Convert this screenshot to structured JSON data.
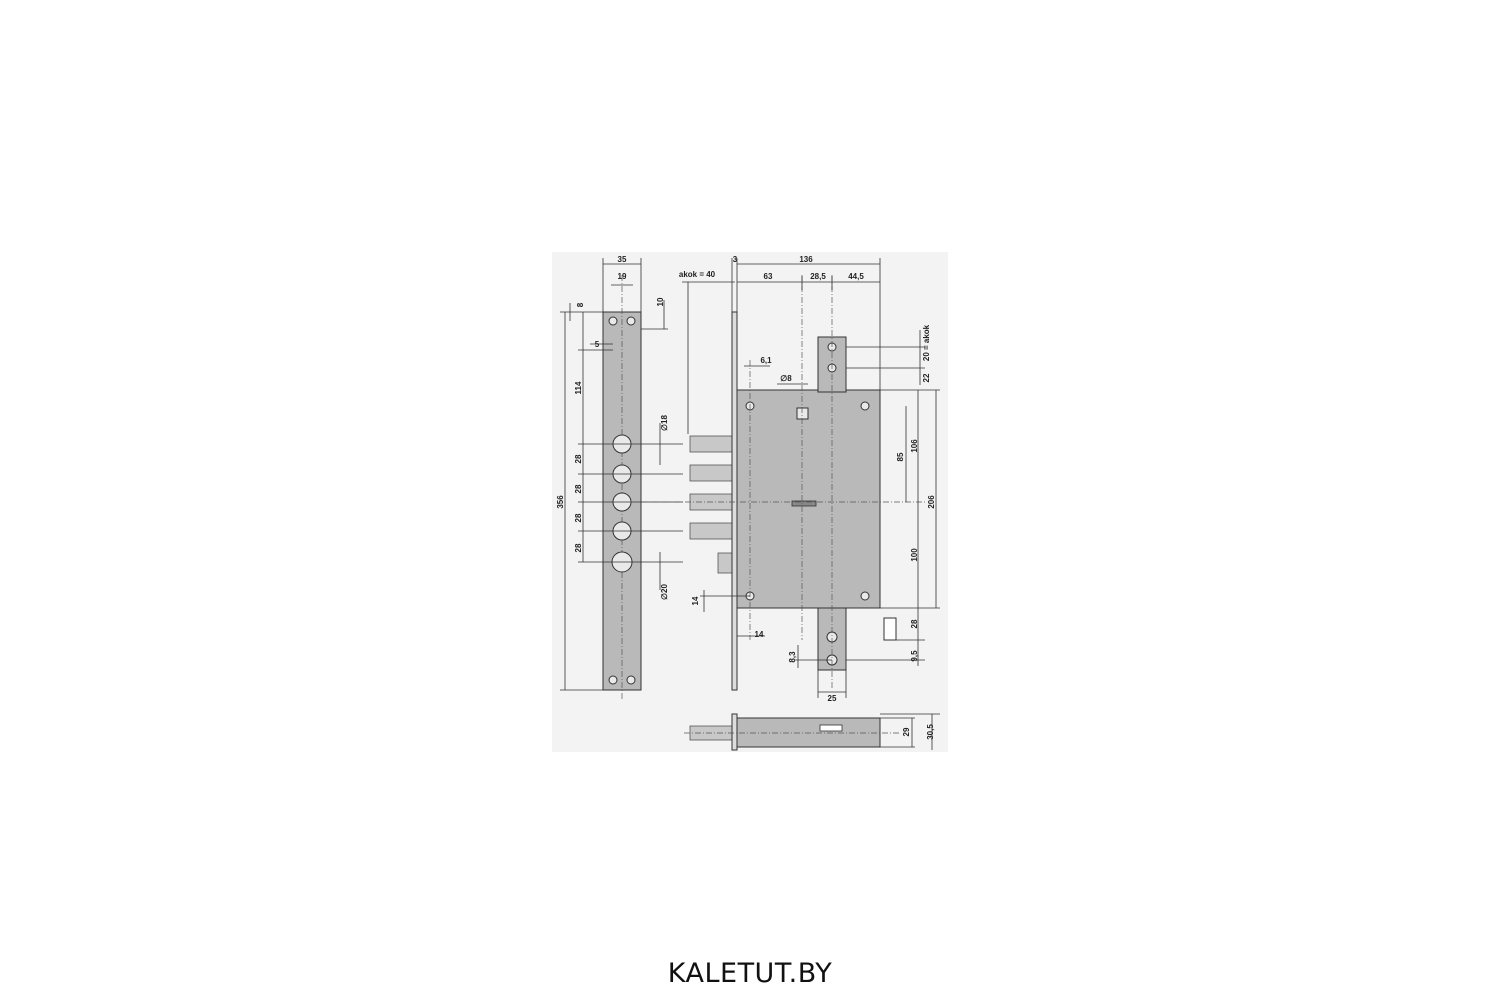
{
  "dimensions": {
    "faceplate_width": "35",
    "faceplate_half": "19",
    "hole_top": "8",
    "hole_offset_right": "10",
    "hole_side": "5",
    "upper_span": "114",
    "bolt_pitch_1": "28",
    "bolt_pitch_2": "28",
    "bolt_pitch_3": "28",
    "bolt_pitch_4": "28",
    "total_height": "356",
    "bolt_diameter": "∅18",
    "cylinder_diameter": "∅20",
    "backset": "akok = 40",
    "plate_thickness": "3",
    "case_width": "136",
    "case_left": "63",
    "case_mid": "28,5",
    "case_right": "44,5",
    "spindle_offset": "6,1",
    "spindle_diameter": "∅8",
    "top_strap": "20 = akok",
    "top_strap_gap": "22",
    "case_upper": "106",
    "case_spindle": "85",
    "case_height": "206",
    "case_lower": "100",
    "lower_left_14a": "14",
    "lower_left_14b": "14",
    "strap_hole_dia": "8,3",
    "strap_width": "25",
    "bottom_28": "28",
    "bottom_95": "9,5",
    "side_29": "29",
    "side_305": "30,5"
  },
  "watermark": "KALETUT.BY"
}
